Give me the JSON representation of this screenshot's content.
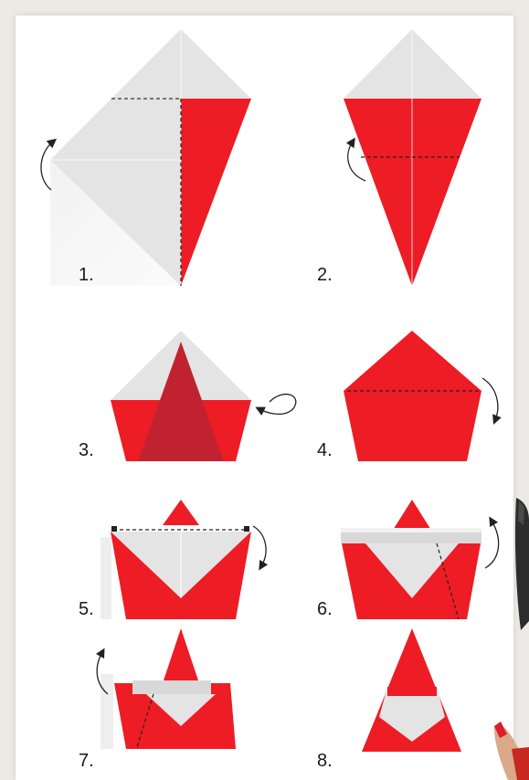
{
  "instructions": {
    "steps": [
      {
        "label": "1."
      },
      {
        "label": "2."
      },
      {
        "label": "3."
      },
      {
        "label": "4."
      },
      {
        "label": "5."
      },
      {
        "label": "6."
      },
      {
        "label": "7."
      },
      {
        "label": "8."
      }
    ]
  },
  "colors": {
    "paper_red": "#ee1c25",
    "paper_dark_red": "#c0232f",
    "paper_white": "#e4e4e4",
    "background": "#ede9e4"
  }
}
